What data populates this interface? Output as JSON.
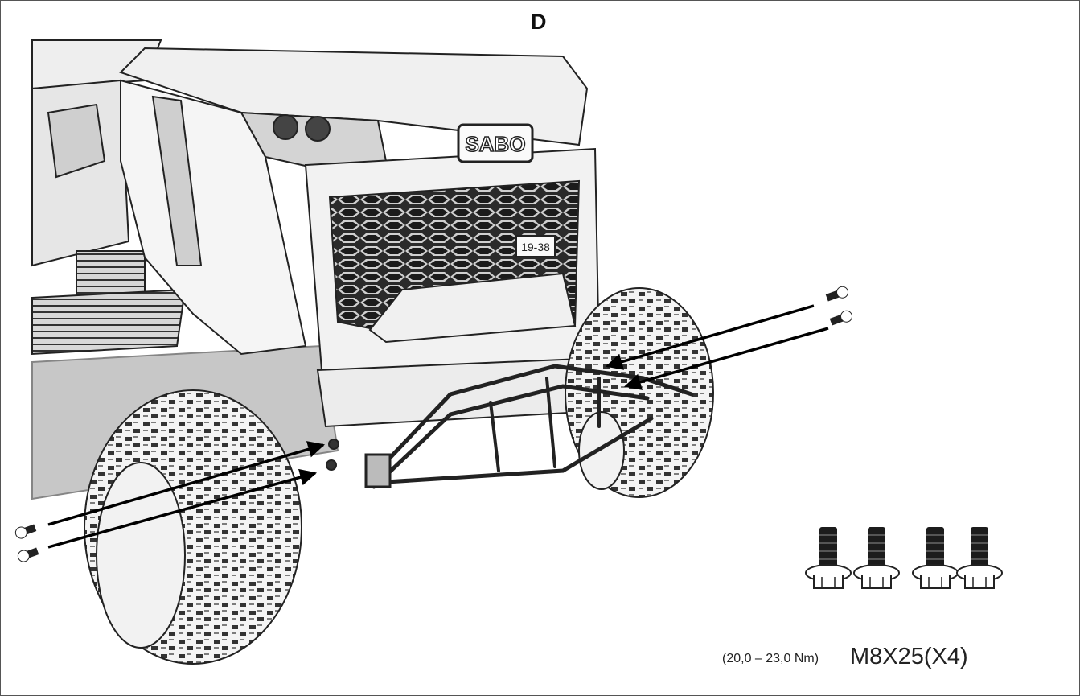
{
  "figure": {
    "step_letter": "D",
    "brand_badge": "SABO",
    "model_badge": "19-38",
    "torque_spec": "(20,0 – 23,0 Nm)",
    "bolt_spec": "M8X25(X4)",
    "bolt_count": 4,
    "icons": [
      "tractor-illustration",
      "bolt-icon",
      "arrow-icon"
    ]
  }
}
